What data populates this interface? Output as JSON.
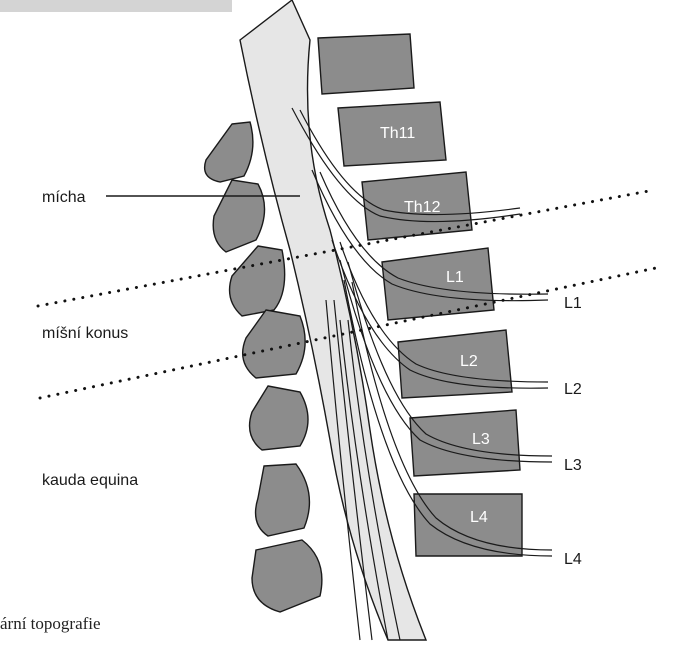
{
  "labels": {
    "spinal_cord": "mícha",
    "conus": "míšní konus",
    "cauda": "kauda equina"
  },
  "vertebrae": [
    "Th11",
    "Th12",
    "L1",
    "L2",
    "L3",
    "L4"
  ],
  "nerve_roots": [
    "L1",
    "L2",
    "L3",
    "L4"
  ],
  "caption": "ární topografie",
  "colors": {
    "bone": "#8c8c8c",
    "cord": "#e6e6e6",
    "stroke": "#1a1a1a",
    "background": "#ffffff"
  }
}
